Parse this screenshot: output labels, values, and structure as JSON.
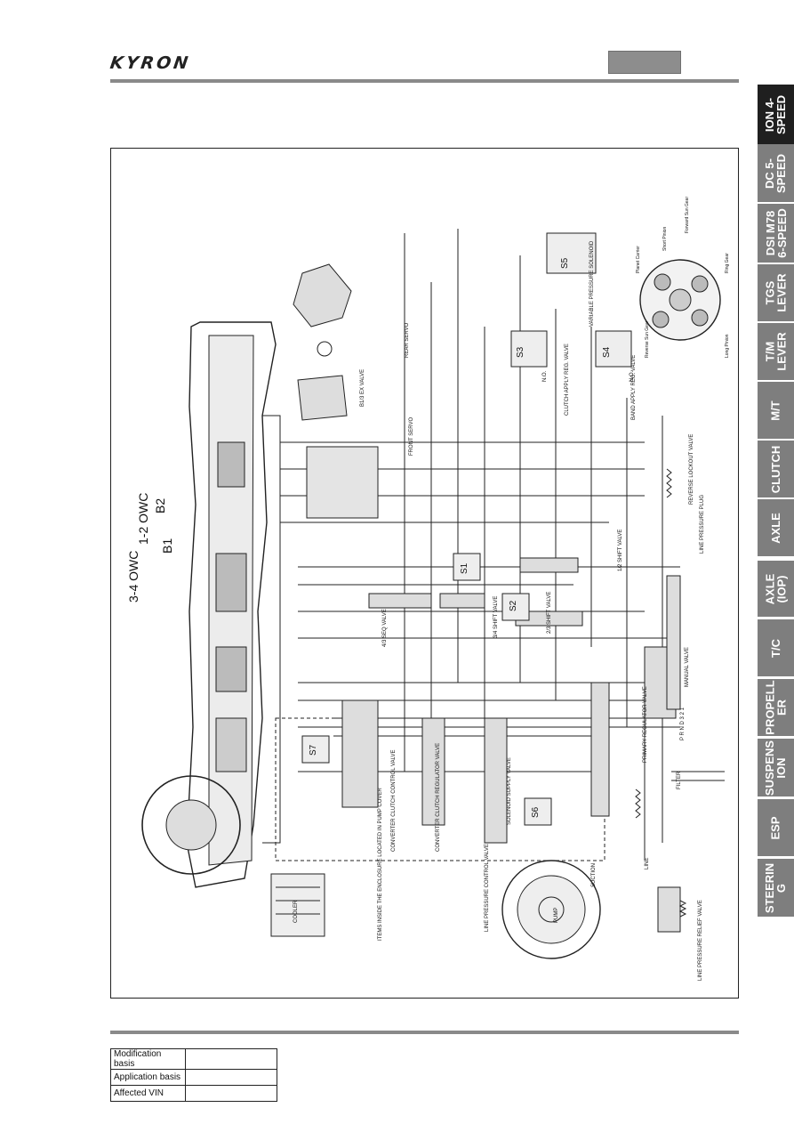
{
  "brand": "KYRON",
  "side_tabs": [
    {
      "label": "ION 4-\nSPEED",
      "active": true
    },
    {
      "label": "DC 5-\nSPEED",
      "active": false
    },
    {
      "label": "DSI M78\n6-SPEED",
      "active": false
    },
    {
      "label": "TGS\nLEVER",
      "active": false
    },
    {
      "label": "T/M\nLEVER",
      "active": false
    },
    {
      "label": "M/T",
      "active": false
    },
    {
      "label": "CLUTCH",
      "active": false
    },
    {
      "label": "AXLE",
      "active": false
    },
    {
      "label": "AXLE\n(IOP)",
      "active": false
    },
    {
      "label": "T/C",
      "active": false
    },
    {
      "label": "PROPELL\nER",
      "active": false
    },
    {
      "label": "SUSPENS\nION",
      "active": false
    },
    {
      "label": "ESP",
      "active": false
    },
    {
      "label": "STEERIN\nG",
      "active": false
    }
  ],
  "diagram": {
    "callouts": {
      "owc_12": "1-2 OWC",
      "b2": "B2",
      "b1": "B1",
      "owc_34": "3-4 OWC"
    },
    "labels": {
      "rear_servo": "REAR SERVO",
      "front_servo": "FRONT SERVO",
      "b13_ex_valve": "B1/3 EX VALVE",
      "variable_pressure_solenoid": "VARIABLE PRESSURE SOLENOID",
      "s5": "S5",
      "s3": "S3",
      "s4": "S4",
      "s1": "S1",
      "s2": "S2",
      "s6": "S6",
      "s7": "S7",
      "no": "N.O.",
      "clutch_apply_reg_valve": "CLUTCH APPLY REG. VALVE",
      "band_apply_reg_valve": "BAND APPLY REG. VALVE",
      "reverse_lockout_valve": "REVERSE LOCKOUT VALVE",
      "line_pressure_plug": "LINE PRESSURE PLUG",
      "shift_12": "1/2 SHIFT VALVE",
      "shift_23": "2/3 SHIFT VALVE",
      "shift_34": "3/4 SHIFT VALVE",
      "seq_43": "4/3 SEQ VALVE",
      "manual_valve": "MANUAL VALVE",
      "primary_regulator": "PRIMARY REGULATOR VALVE",
      "solenoid_supply": "SOLENOID SUPPLY VALVE",
      "converter_clutch_control": "CONVERTER CLUTCH CONTROL VALVE",
      "converter_clutch_regulator": "CONVERTER CLUTCH REGULATOR VALVE",
      "line_pressure_control": "LINE PRESSURE CONTROL VALVE",
      "pump": "PUMP",
      "suction": "SUCTION",
      "line": "LINE",
      "filter": "FILTER",
      "line_pressure_relief": "LINE PRESSURE RELIEF VALVE",
      "pump_cover_note": "ITEMS INSIDE THE ENCLOSURE LOCATED IN PUMP COVER",
      "cooler": "COOLER",
      "gear_labels": [
        "Planet Carrier",
        "Short Pinion",
        "Forward Sun Gear",
        "Ring Gear",
        "Long Pinion",
        "Reverse Sun Gear"
      ],
      "manual_positions": "P R N D 3 2 1"
    }
  },
  "mod_table": [
    {
      "label": "Modification basis",
      "value": ""
    },
    {
      "label": "Application basis",
      "value": ""
    },
    {
      "label": "Affected VIN",
      "value": ""
    }
  ]
}
